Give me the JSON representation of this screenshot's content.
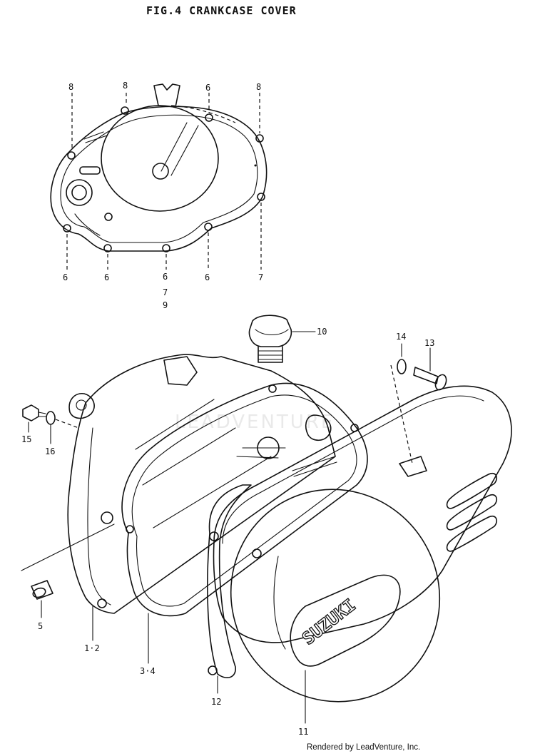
{
  "figure": {
    "title": "FIG.4  CRANKCASE COVER",
    "credit": "Rendered by LeadVenture, Inc.",
    "watermark": "LEADVENTURE"
  },
  "callouts": [
    {
      "id": "c8a",
      "label": "8"
    },
    {
      "id": "c8b",
      "label": "8"
    },
    {
      "id": "c6a",
      "label": "6"
    },
    {
      "id": "c8c",
      "label": "8"
    },
    {
      "id": "c6b",
      "label": "6"
    },
    {
      "id": "c6c",
      "label": "6"
    },
    {
      "id": "c6d",
      "label": "6"
    },
    {
      "id": "c7a",
      "label": "7"
    },
    {
      "id": "c9",
      "label": "9"
    },
    {
      "id": "c6e",
      "label": "6"
    },
    {
      "id": "c7b",
      "label": "7"
    },
    {
      "id": "c10",
      "label": "10"
    },
    {
      "id": "c14",
      "label": "14"
    },
    {
      "id": "c13",
      "label": "13"
    },
    {
      "id": "c15",
      "label": "15"
    },
    {
      "id": "c16",
      "label": "16"
    },
    {
      "id": "c5",
      "label": "5"
    },
    {
      "id": "c12part",
      "label": "1·2"
    },
    {
      "id": "c34",
      "label": "3·4"
    },
    {
      "id": "c12",
      "label": "12"
    },
    {
      "id": "c11",
      "label": "11"
    }
  ],
  "cover_logo": "SUZUKI"
}
